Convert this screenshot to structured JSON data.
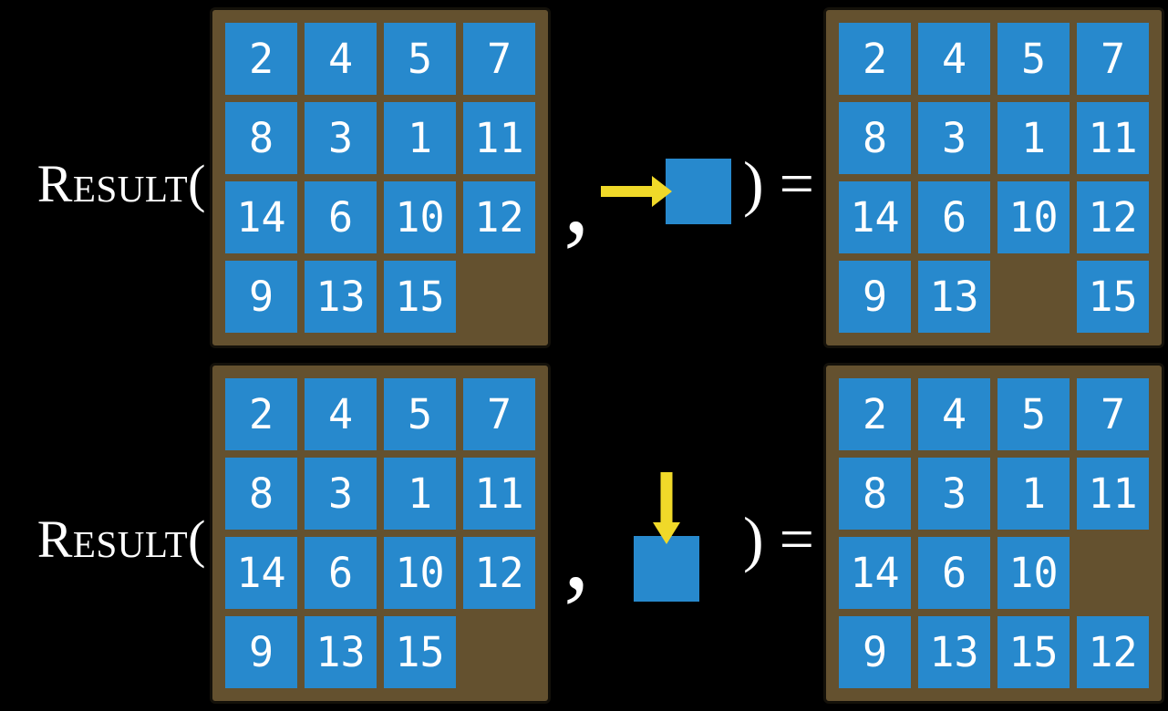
{
  "colors": {
    "background": "#000000",
    "board_brown": "#64512f",
    "board_outline": "#14110a",
    "tile_blue": "#2789cd",
    "arrow_yellow": "#f0d929",
    "text_white": "#ffffff"
  },
  "function": {
    "name": "Result(",
    "comma": ",",
    "close": ") ="
  },
  "rows": [
    {
      "move_direction": "right",
      "input_board": [
        [
          "2",
          "4",
          "5",
          "7"
        ],
        [
          "8",
          "3",
          "1",
          "11"
        ],
        [
          "14",
          "6",
          "10",
          "12"
        ],
        [
          "9",
          "13",
          "15",
          ""
        ]
      ],
      "output_board": [
        [
          "2",
          "4",
          "5",
          "7"
        ],
        [
          "8",
          "3",
          "1",
          "11"
        ],
        [
          "14",
          "6",
          "10",
          "12"
        ],
        [
          "9",
          "13",
          "",
          "15"
        ]
      ]
    },
    {
      "move_direction": "down",
      "input_board": [
        [
          "2",
          "4",
          "5",
          "7"
        ],
        [
          "8",
          "3",
          "1",
          "11"
        ],
        [
          "14",
          "6",
          "10",
          "12"
        ],
        [
          "9",
          "13",
          "15",
          ""
        ]
      ],
      "output_board": [
        [
          "2",
          "4",
          "5",
          "7"
        ],
        [
          "8",
          "3",
          "1",
          "11"
        ],
        [
          "14",
          "6",
          "10",
          ""
        ],
        [
          "9",
          "13",
          "15",
          "12"
        ]
      ]
    }
  ]
}
